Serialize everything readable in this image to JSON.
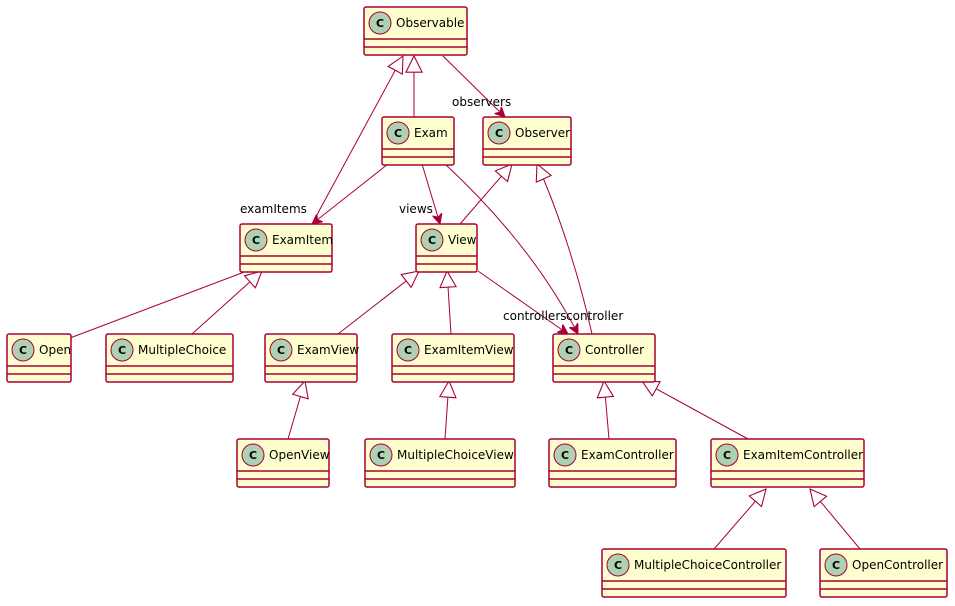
{
  "stereotype_letter": "C",
  "colors": {
    "class_fill": "#FEFECE",
    "border": "#A80036",
    "circle": "#ADD1B2"
  },
  "classes": {
    "observable": "Observable",
    "exam": "Exam",
    "observer": "Observer",
    "exam_item": "ExamItem",
    "view": "View",
    "open": "Open",
    "multiple_choice": "MultipleChoice",
    "exam_view": "ExamView",
    "exam_item_view": "ExamItemView",
    "controller": "Controller",
    "open_view": "OpenView",
    "multiple_choice_view": "MultipleChoiceView",
    "exam_controller": "ExamController",
    "exam_item_controller": "ExamItemController",
    "multiple_choice_controller": "MultipleChoiceController",
    "open_controller": "OpenController"
  },
  "labels": {
    "observers": "observers",
    "exam_items": "examItems",
    "views": "views",
    "controllers": "controllers",
    "controller": "controller"
  }
}
